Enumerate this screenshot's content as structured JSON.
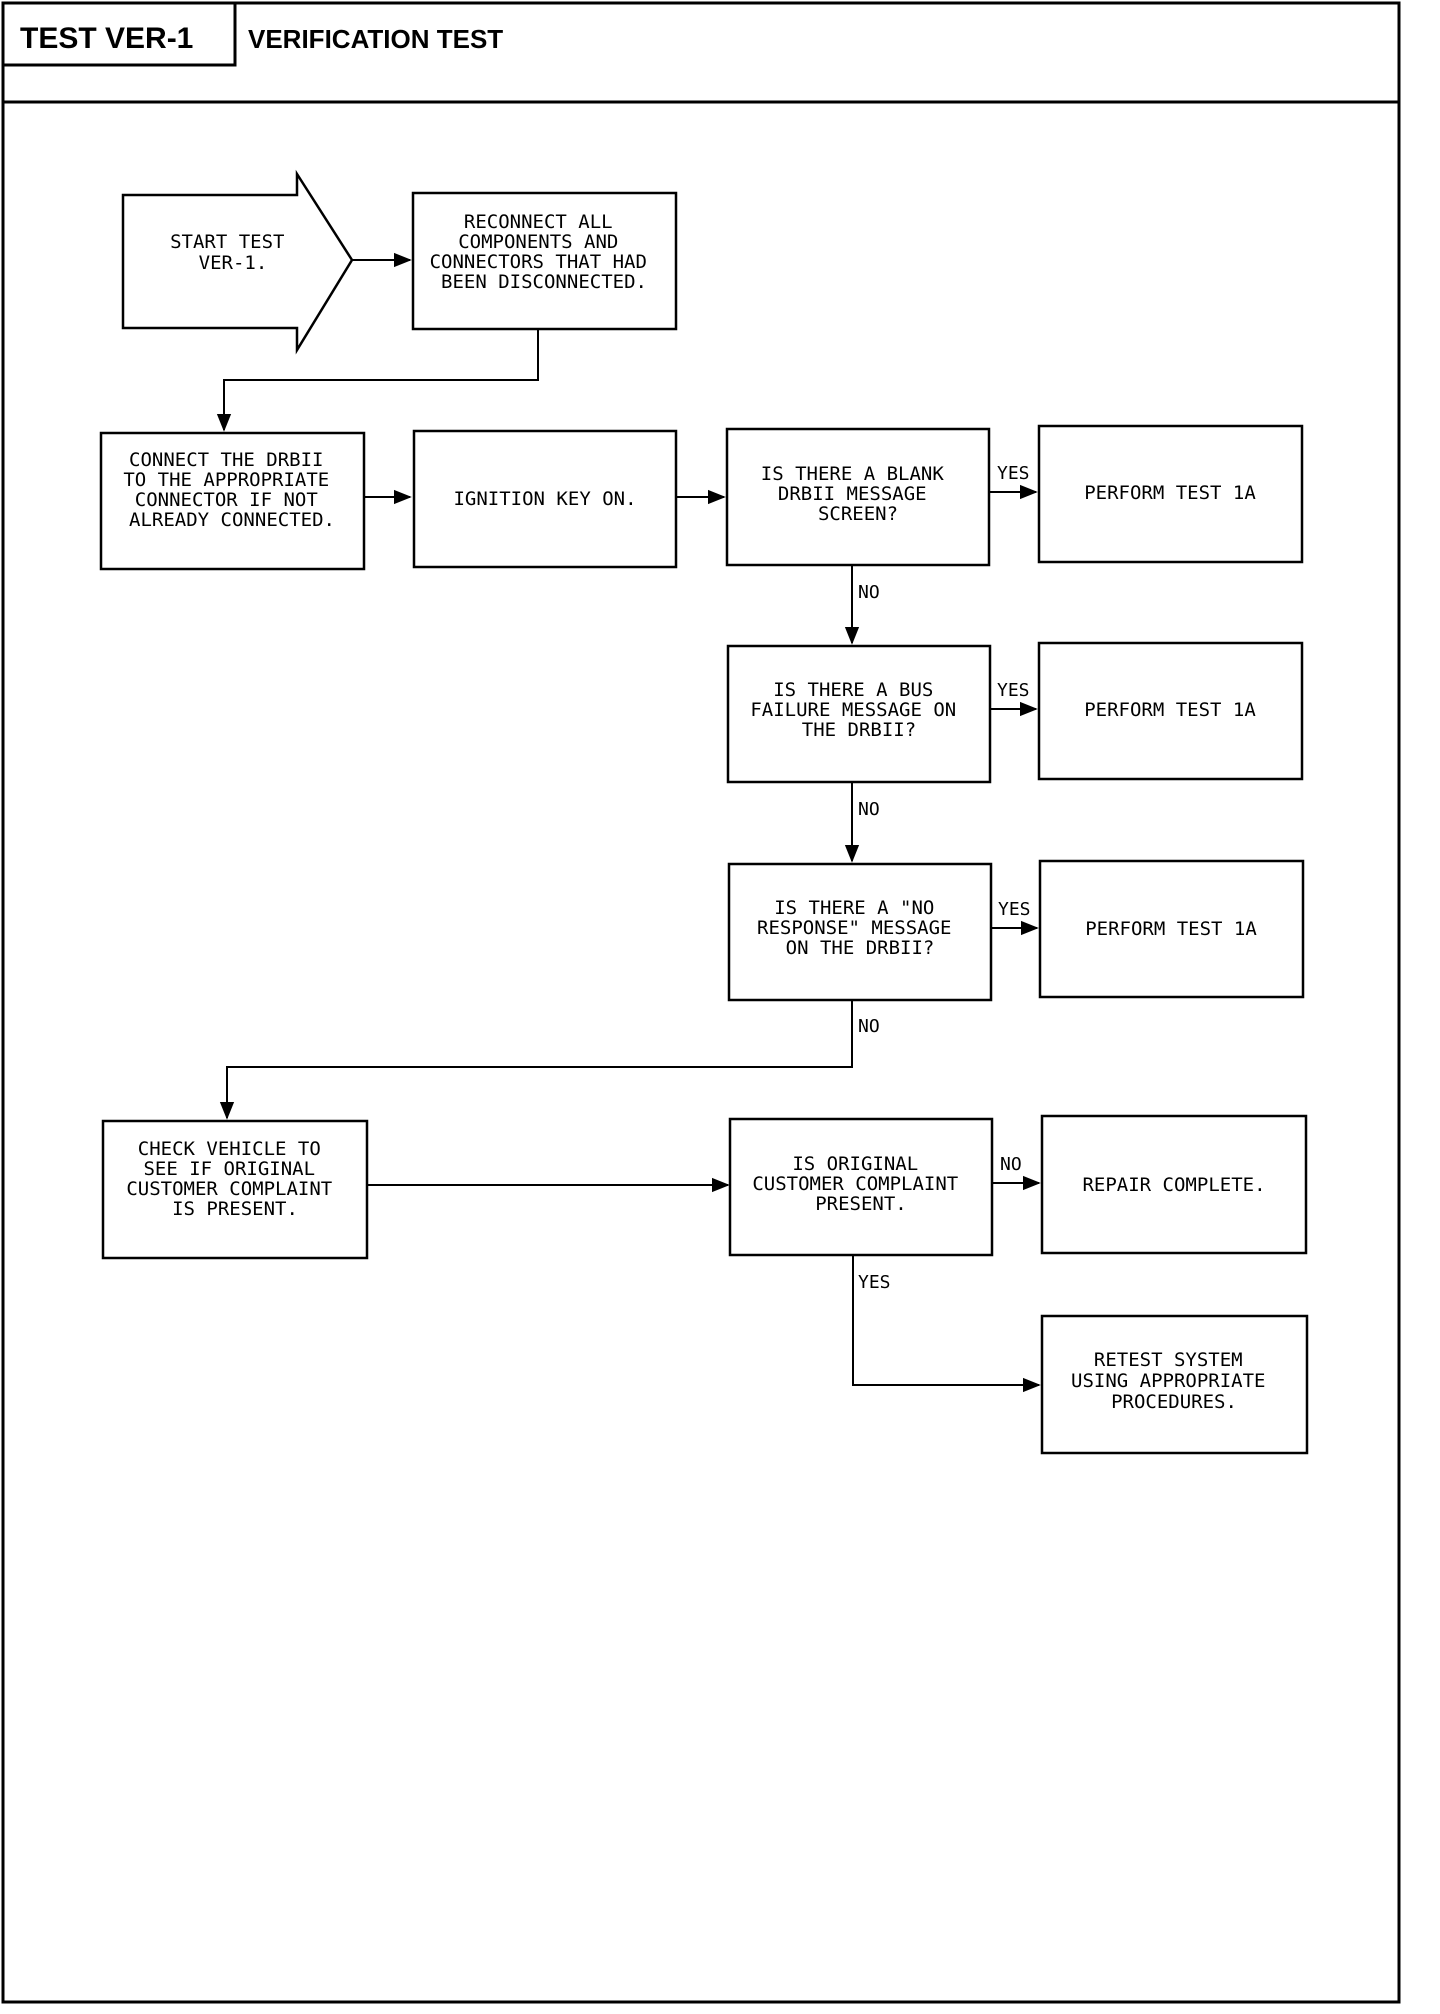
{
  "header": {
    "test_id": "TEST VER-1",
    "title": "VERIFICATION TEST"
  },
  "nodes": {
    "start": [
      "START TEST",
      "VER-1."
    ],
    "reconnect": [
      "RECONNECT ALL",
      "COMPONENTS AND",
      "CONNECTORS THAT HAD",
      "BEEN DISCONNECTED."
    ],
    "connect_drb": [
      "CONNECT THE DRBII",
      "TO THE APPROPRIATE",
      "CONNECTOR IF NOT",
      "ALREADY CONNECTED."
    ],
    "ignition": [
      "IGNITION KEY ON."
    ],
    "q_blank": [
      "IS THERE A BLANK",
      "DRBII MESSAGE",
      "SCREEN?"
    ],
    "perform_1": [
      "PERFORM TEST 1A"
    ],
    "q_bus": [
      "IS THERE A BUS",
      "FAILURE MESSAGE ON",
      "THE DRBII?"
    ],
    "perform_2": [
      "PERFORM TEST 1A"
    ],
    "q_noresp": [
      "IS THERE A \"NO",
      "RESPONSE\" MESSAGE",
      "ON THE DRBII?"
    ],
    "perform_3": [
      "PERFORM TEST 1A"
    ],
    "check_vehicle": [
      "CHECK VEHICLE TO",
      "SEE IF ORIGINAL",
      "CUSTOMER COMPLAINT",
      "IS PRESENT."
    ],
    "q_complaint": [
      "IS ORIGINAL",
      "CUSTOMER COMPLAINT",
      "PRESENT."
    ],
    "repair_complete": [
      "REPAIR COMPLETE."
    ],
    "retest": [
      "RETEST SYSTEM",
      "USING APPROPRIATE",
      "PROCEDURES."
    ]
  },
  "labels": {
    "yes_1": "YES",
    "no_1": "NO",
    "yes_2": "YES",
    "no_2": "NO",
    "yes_3": "YES",
    "no_3": "NO",
    "no_4": "NO",
    "yes_4": "YES"
  }
}
